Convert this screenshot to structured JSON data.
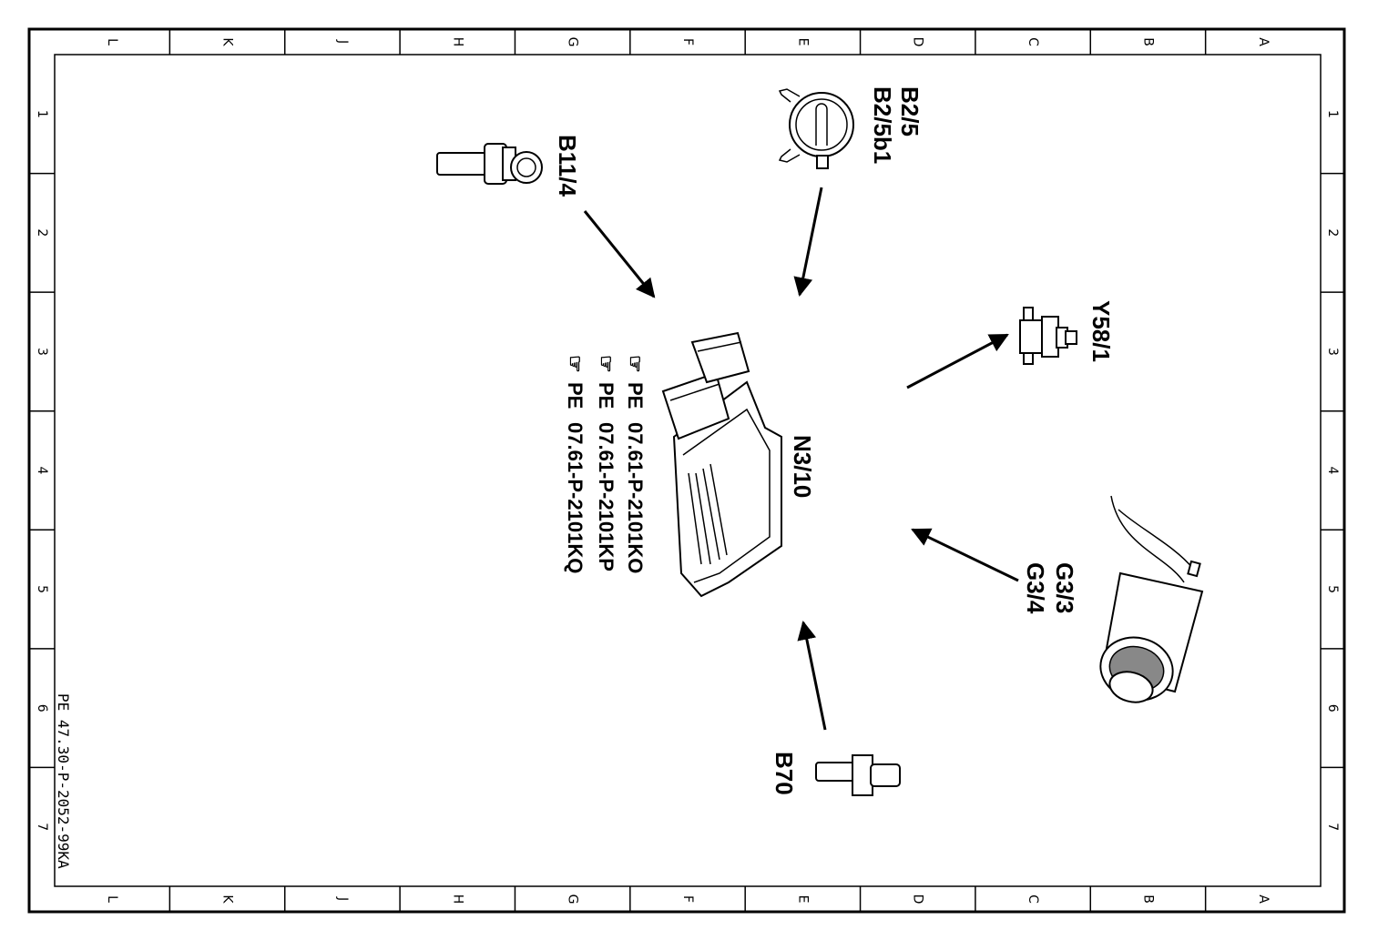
{
  "frame": {
    "columns": [
      "L",
      "K",
      "J",
      "H",
      "G",
      "F",
      "E",
      "D",
      "C",
      "B",
      "A"
    ],
    "rows": [
      "1",
      "2",
      "3",
      "4",
      "5",
      "6",
      "7"
    ]
  },
  "components": {
    "control_unit": {
      "label": "N3/10"
    },
    "b11_4": {
      "label": "B11/4"
    },
    "b2_5": {
      "label_1": "B2/5",
      "label_2": "B2/5b1"
    },
    "y58_1": {
      "label": "Y58/1"
    },
    "g3": {
      "label_1": "G3/3",
      "label_2": "G3/4"
    },
    "b70": {
      "label": "B70"
    }
  },
  "references": [
    {
      "code": "PE",
      "doc": "07.61-P-2101KO"
    },
    {
      "code": "PE",
      "doc": "07.61-P-2101KP"
    },
    {
      "code": "PE",
      "doc": "07.61-P-2101KQ"
    }
  ],
  "document_id": "PE 47.30-P-2052-99KA"
}
